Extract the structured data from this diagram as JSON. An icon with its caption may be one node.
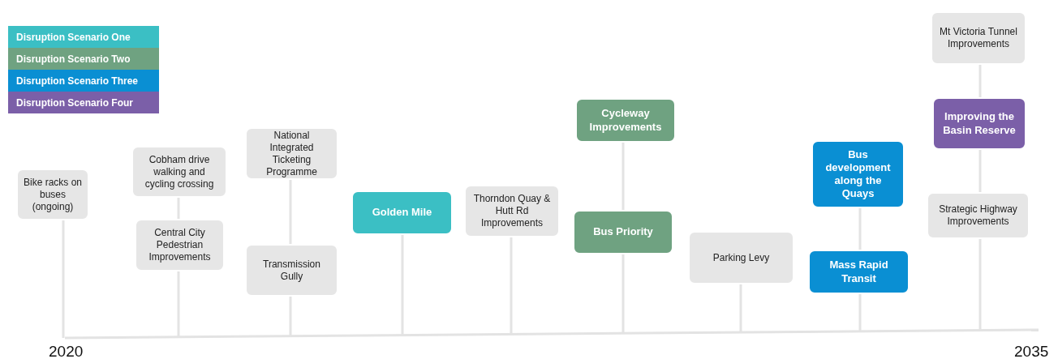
{
  "diagram": {
    "nodes": [
      {
        "text": [
          "Bike racks on buses (ongoing)"
        ]
      },
      {
        "text": [
          "Cobham drive walking and cycling crossing"
        ]
      },
      {
        "text": [
          "Central City Pedestrian Improvements"
        ]
      },
      {
        "text": [
          "National Integrated Ticketing Programme"
        ]
      },
      {
        "text": [
          "Transmission Gully"
        ]
      },
      {
        "text": [
          "Golden Mile"
        ]
      },
      {
        "text": [
          "Thorndon Quay & Hutt Rd Improvements"
        ]
      },
      {
        "text": [
          "Cycleway Improvements"
        ]
      },
      {
        "text": [
          "Bus Priority"
        ]
      },
      {
        "text": [
          "Parking Levy"
        ]
      },
      {
        "text": [
          "Bus development along the Quays"
        ]
      },
      {
        "text": [
          "Mass Rapid Transit"
        ]
      },
      {
        "text": [
          "Mt Victoria Tunnel Improvements"
        ]
      },
      {
        "text": [
          "Improving the Basin Reserve"
        ]
      },
      {
        "text": [
          "Strategic Highway Improvements"
        ]
      },
      {
        "text": [],
        "shape": "bar"
      }
    ],
    "edges": [
      {
        "from": 0,
        "to": 15,
        "arrow": "none"
      },
      {
        "from": 1,
        "to": 2,
        "arrow": "none"
      },
      {
        "from": 2,
        "to": 15,
        "arrow": "none"
      },
      {
        "from": 3,
        "to": 4,
        "arrow": "none"
      },
      {
        "from": 4,
        "to": 15,
        "arrow": "none"
      },
      {
        "from": 5,
        "to": 15,
        "arrow": "none"
      },
      {
        "from": 6,
        "to": 15,
        "arrow": "none"
      },
      {
        "from": 7,
        "to": 8,
        "arrow": "none"
      },
      {
        "from": 8,
        "to": 15,
        "arrow": "none"
      },
      {
        "from": 9,
        "to": 15,
        "arrow": "none"
      },
      {
        "from": 10,
        "to": 11,
        "arrow": "none"
      },
      {
        "from": 11,
        "to": 15,
        "arrow": "none"
      },
      {
        "from": 12,
        "to": 13,
        "arrow": "none"
      },
      {
        "from": 13,
        "to": 14,
        "arrow": "none"
      },
      {
        "from": 14,
        "to": 15,
        "arrow": "none"
      }
    ],
    "labels": [
      "2020",
      "2035"
    ],
    "legend": [
      {
        "text": "Disruption Scenario One",
        "color": "#3bbfc4"
      },
      {
        "text": "Disruption Scenario Two",
        "color": "#6fa281"
      },
      {
        "text": "Disruption Scenario Three",
        "color": "#0a8fd3"
      },
      {
        "text": "Disruption Scenario Four",
        "color": "#7b5fa8"
      }
    ]
  }
}
